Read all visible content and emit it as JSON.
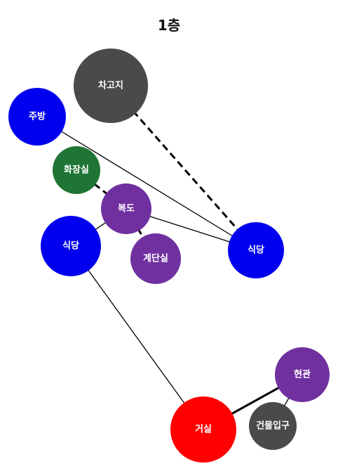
{
  "title": "1층",
  "colors": {
    "blue": "#0000ee",
    "purple": "#7030a0",
    "green": "#1e7535",
    "dark": "#4a4a4a",
    "red": "#ff0000",
    "edge": "#000000"
  },
  "nodes": [
    {
      "id": "garage",
      "label": "차고지",
      "color": "#4a4a4a"
    },
    {
      "id": "kitchen",
      "label": "주방",
      "color": "#0000ee"
    },
    {
      "id": "restroom",
      "label": "화장실",
      "color": "#1e7535"
    },
    {
      "id": "hallway",
      "label": "복도",
      "color": "#7030a0"
    },
    {
      "id": "dining-left",
      "label": "식당",
      "color": "#0000ee"
    },
    {
      "id": "stairs",
      "label": "계단실",
      "color": "#7030a0"
    },
    {
      "id": "dining-right",
      "label": "식당",
      "color": "#0000ee"
    },
    {
      "id": "entrance",
      "label": "현관",
      "color": "#7030a0"
    },
    {
      "id": "living-room",
      "label": "거실",
      "color": "#ff0000"
    },
    {
      "id": "building-entrance",
      "label": "건물입구",
      "color": "#4a4a4a"
    }
  ],
  "edges": [
    {
      "from": "garage",
      "to": "dining-right",
      "style": "dashed"
    },
    {
      "from": "kitchen",
      "to": "dining-right",
      "style": "solid"
    },
    {
      "from": "restroom",
      "to": "hallway",
      "style": "dashed"
    },
    {
      "from": "hallway",
      "to": "dining-right",
      "style": "solid"
    },
    {
      "from": "hallway",
      "to": "dining-left",
      "style": "solid"
    },
    {
      "from": "hallway",
      "to": "stairs",
      "style": "dashed"
    },
    {
      "from": "dining-left",
      "to": "living-room",
      "style": "solid"
    },
    {
      "from": "living-room",
      "to": "entrance",
      "style": "thick"
    },
    {
      "from": "entrance",
      "to": "building-entrance",
      "style": "solid"
    }
  ]
}
